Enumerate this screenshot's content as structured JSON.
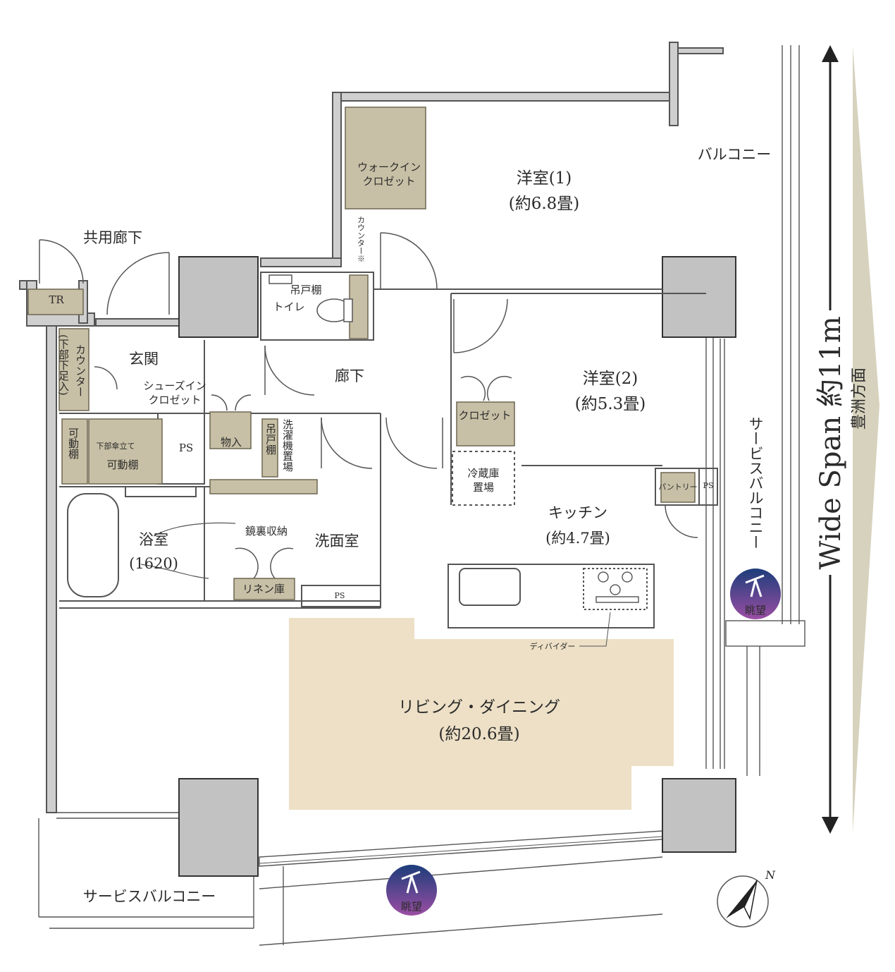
{
  "rooms": {
    "western1": {
      "name": "洋室(1)",
      "size": "(約6.8畳)"
    },
    "western2": {
      "name": "洋室(2)",
      "size": "(約5.3畳)"
    },
    "kitchen": {
      "name": "キッチン",
      "size": "(約4.7畳)"
    },
    "living": {
      "name": "リビング・ダイニング",
      "size": "(約20.6畳)"
    },
    "bath": {
      "name": "浴室",
      "size": "(1620)"
    },
    "washroom": {
      "name": "洗面室"
    },
    "entrance": {
      "name": "玄関"
    },
    "hallway": {
      "name": "廊下"
    },
    "toilet": {
      "name": "トイレ"
    },
    "corridor": {
      "name": "共用廊下"
    }
  },
  "storage": {
    "walkin_line1": "ウォークイン",
    "walkin_line2": "クロゼット",
    "counter_vertical": "カウンター※",
    "hanging_shelf_toilet": "吊戸棚",
    "shoes_line1": "シューズイン",
    "shoes_line2": "クロゼット",
    "counter_entry": "カウンター",
    "counter_entry_note": "(下部下足入)",
    "movable_shelf": "可動棚",
    "movable_shelf2": "可動棚",
    "umbrella": "下部傘立て",
    "ps": "PS",
    "storage_room": "物入",
    "hanging_shelf_laundry": "吊戸棚",
    "washer_space": "洗濯機置場",
    "mirror_storage": "鏡裏収納",
    "linen": "リネン庫",
    "closet": "クロゼット",
    "fridge_line1": "冷蔵庫",
    "fridge_line2": "置場",
    "pantry": "パントリー",
    "divider": "ディバイダー",
    "tr": "TR"
  },
  "outdoor": {
    "balcony": "バルコニー",
    "service_balcony_right": "サービスバルコニー",
    "service_balcony_bottom": "サービスバルコニー"
  },
  "badges": {
    "view": "眺望"
  },
  "span_label": "Wide Span 約11m",
  "direction_label": "豊洲方面",
  "compass": {
    "north": "N"
  },
  "colors": {
    "storage_fill": "#c8c0a6",
    "living_fill": "#ede0c6",
    "direction_arrow": "#d7d2bd",
    "badge_top": "#1c3d7a",
    "badge_bottom": "#9b4ea4"
  },
  "icons": [
    "telescope-icon",
    "north-arrow-icon",
    "span-arrow-icon"
  ]
}
